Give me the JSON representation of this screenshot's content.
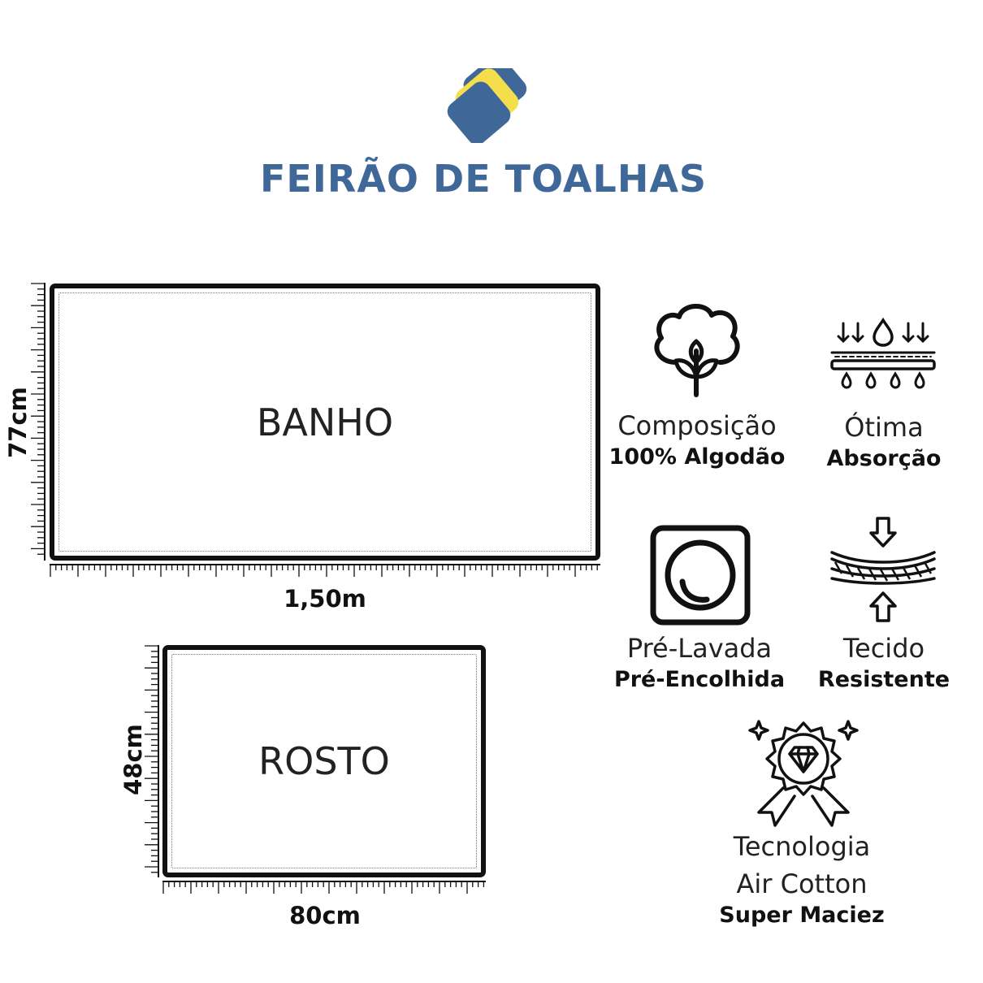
{
  "brand": {
    "name": "FEIRÃO DE TOALHAS",
    "colors": {
      "blue": "#3f6899",
      "yellow": "#f5de4c"
    }
  },
  "towels": [
    {
      "name": "BANHO",
      "width_label": "1,50m",
      "height_label": "77cm"
    },
    {
      "name": "ROSTO",
      "width_label": "80cm",
      "height_label": "48cm"
    }
  ],
  "features": [
    {
      "icon": "cotton-plant-icon",
      "line1": "Composição",
      "line2": "100% Algodão"
    },
    {
      "icon": "absorption-icon",
      "line1": "Ótima",
      "line2": "Absorção"
    },
    {
      "icon": "washing-symbol-icon",
      "line1": "Pré-Lavada",
      "line2": "Pré-Encolhida"
    },
    {
      "icon": "resistant-fabric-icon",
      "line1": "Tecido",
      "line2": "Resistente"
    },
    {
      "icon": "diamond-badge-icon",
      "line1": "Tecnologia",
      "line1b": "Air Cotton",
      "line2": "Super Maciez"
    }
  ]
}
